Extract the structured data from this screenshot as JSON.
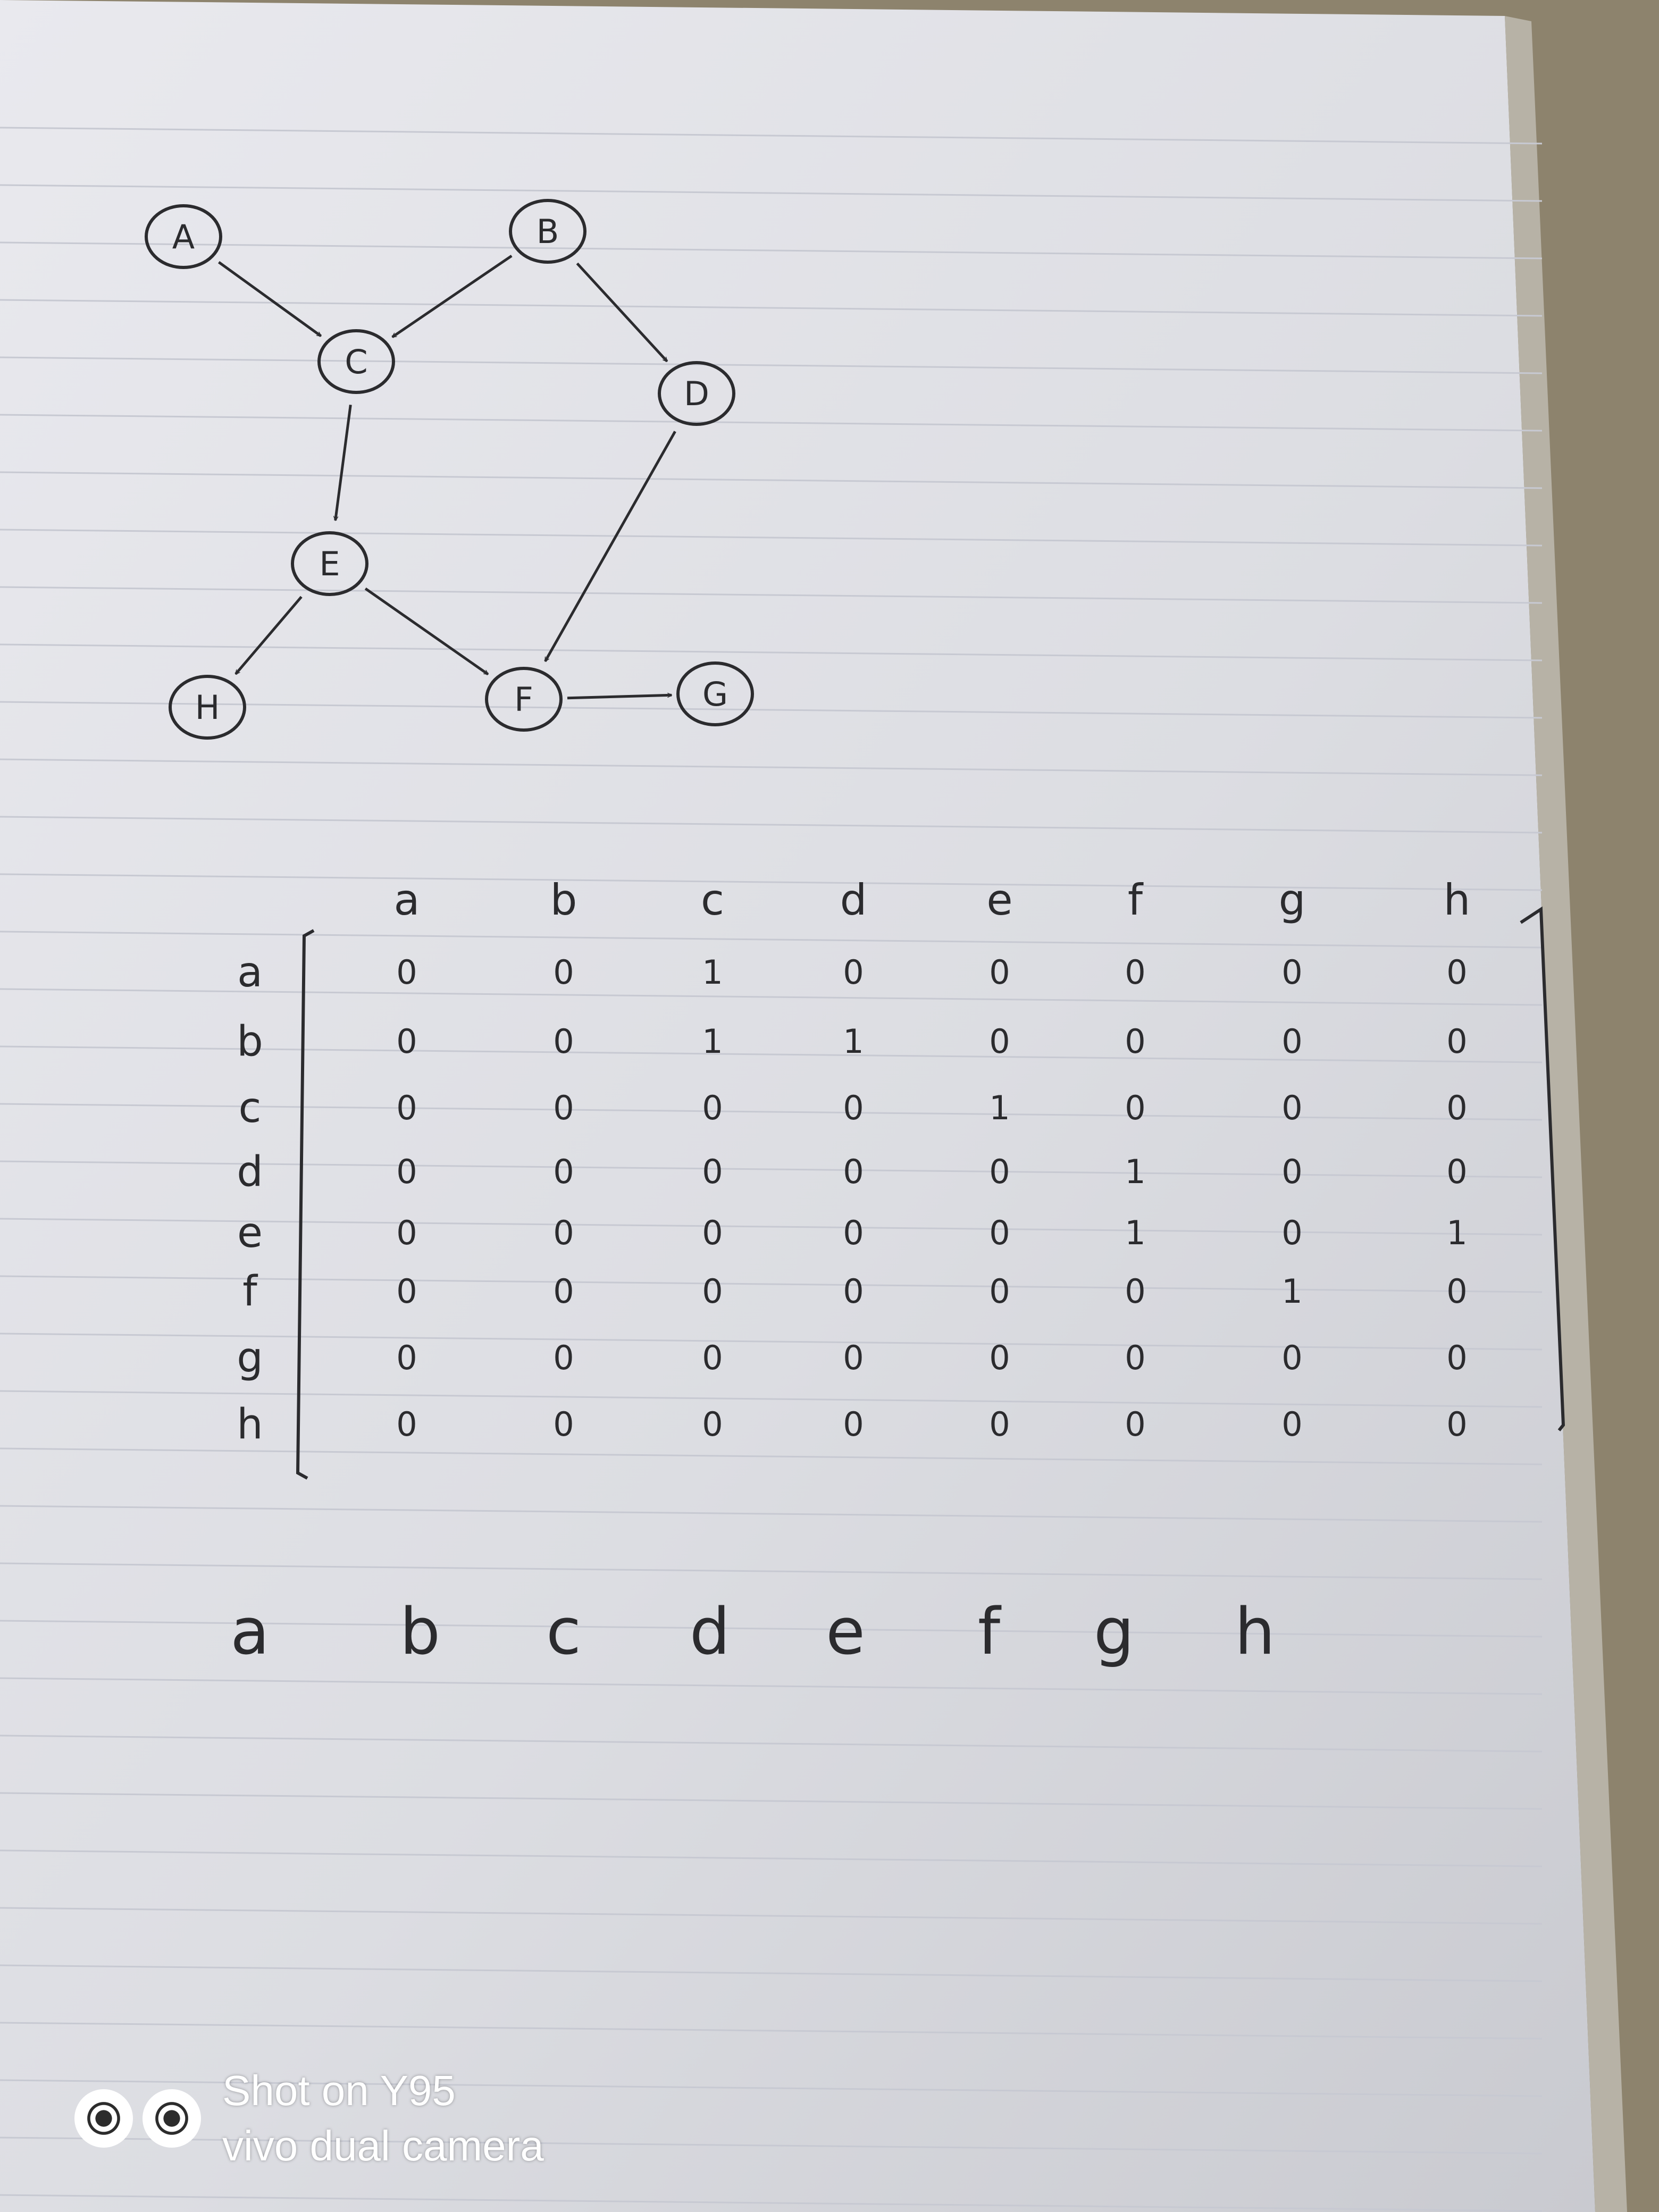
{
  "graph": {
    "nodes": [
      {
        "id": "A",
        "label": "A"
      },
      {
        "id": "B",
        "label": "B"
      },
      {
        "id": "C",
        "label": "C"
      },
      {
        "id": "D",
        "label": "D"
      },
      {
        "id": "E",
        "label": "E"
      },
      {
        "id": "F",
        "label": "F"
      },
      {
        "id": "G",
        "label": "G"
      },
      {
        "id": "H",
        "label": "H"
      }
    ],
    "edges": [
      {
        "from": "A",
        "to": "C"
      },
      {
        "from": "B",
        "to": "C"
      },
      {
        "from": "B",
        "to": "D"
      },
      {
        "from": "C",
        "to": "E"
      },
      {
        "from": "D",
        "to": "F"
      },
      {
        "from": "E",
        "to": "H"
      },
      {
        "from": "E",
        "to": "F"
      },
      {
        "from": "F",
        "to": "G"
      }
    ]
  },
  "matrix": {
    "column_headers": [
      "a",
      "b",
      "c",
      "d",
      "e",
      "f",
      "g",
      "h"
    ],
    "row_headers": [
      "a",
      "b",
      "c",
      "d",
      "e",
      "f",
      "g",
      "h"
    ],
    "rows": [
      [
        "0",
        "0",
        "1",
        "0",
        "0",
        "0",
        "0",
        "0"
      ],
      [
        "0",
        "0",
        "1",
        "1",
        "0",
        "0",
        "0",
        "0"
      ],
      [
        "0",
        "0",
        "0",
        "0",
        "1",
        "0",
        "0",
        "0"
      ],
      [
        "0",
        "0",
        "0",
        "0",
        "0",
        "1",
        "0",
        "0"
      ],
      [
        "0",
        "0",
        "0",
        "0",
        "0",
        "1",
        "0",
        "1"
      ],
      [
        "0",
        "0",
        "0",
        "0",
        "0",
        "0",
        "1",
        "0"
      ],
      [
        "0",
        "0",
        "0",
        "0",
        "0",
        "0",
        "0",
        "0"
      ],
      [
        "0",
        "0",
        "0",
        "0",
        "0",
        "0",
        "0",
        "0"
      ]
    ]
  },
  "bottom_letters": [
    "a",
    "b",
    "c",
    "d",
    "e",
    "f",
    "g",
    "h"
  ],
  "watermark": {
    "line1": "Shot on Y95",
    "line2": "vivo dual camera"
  }
}
